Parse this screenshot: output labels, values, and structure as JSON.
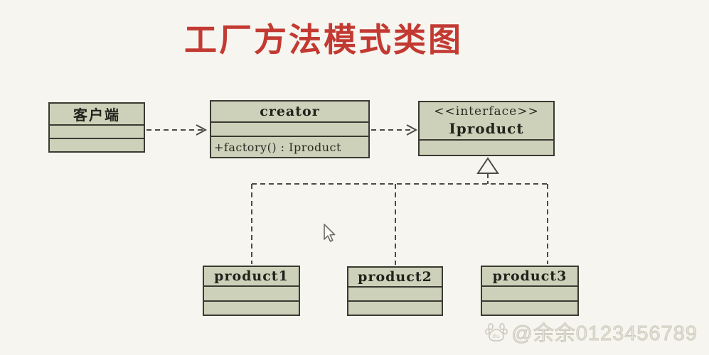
{
  "title": "工厂方法模式类图",
  "classes": {
    "client": {
      "name": "客户端"
    },
    "creator": {
      "name": "creator",
      "method": "+factory() : Iproduct"
    },
    "iproduct": {
      "stereotype": "<<interface>>",
      "name": "Iproduct"
    },
    "product1": {
      "name": "product1"
    },
    "product2": {
      "name": "product2"
    },
    "product3": {
      "name": "product3"
    }
  },
  "relations": {
    "client_to_creator": "dashed-dependency-arrow",
    "creator_to_iproduct": "dashed-dependency-arrow",
    "products_to_iproduct": "dashed-realization-hollow-triangle"
  },
  "colors": {
    "title": "#c23a32",
    "box_fill": "#cdd1b9",
    "box_border": "#3a3a32",
    "line": "#4b4b42",
    "background": "#f6f5f0"
  },
  "watermark": {
    "icon": "baidu-paw",
    "icon_label": "du",
    "text": "@余余0123456789"
  }
}
